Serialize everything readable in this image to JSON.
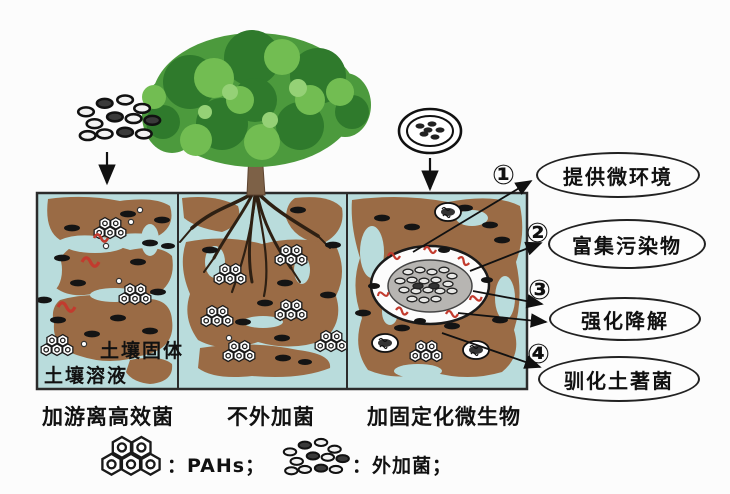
{
  "diagram": {
    "type": "soil-bioremediation-schematic",
    "panel_labels": [
      "加游离高效菌",
      "不外加菌",
      "加固定化微生物"
    ],
    "soil": {
      "solid_label": "土壤固体",
      "solution_label": "土壤溶液"
    },
    "annotations": [
      {
        "number": "①",
        "label": "提供微环境"
      },
      {
        "number": "②",
        "label": "富集污染物"
      },
      {
        "number": "③",
        "label": "强化降解"
      },
      {
        "number": "④",
        "label": "驯化土著菌"
      }
    ],
    "legend": {
      "items": [
        {
          "icon": "pahs-icon",
          "label": "：PAHs；"
        },
        {
          "icon": "added-bacteria-icon",
          "label": "：外加菌；"
        }
      ]
    },
    "icons": {
      "top_left": "free-bacteria-cluster-icon",
      "top_right": "immobilized-microbe-capsule-icon",
      "tree": "tree-icon"
    },
    "colors": {
      "soil_solution_blue": "#b9dcdc",
      "soil_solid_brown": "#9a6b45",
      "canopy_green": "#4c9a3d",
      "squiggle_red": "#c23b2e",
      "capsule_inner_gray": "#b7b5b2",
      "outline_black": "#1a1a1a"
    }
  }
}
